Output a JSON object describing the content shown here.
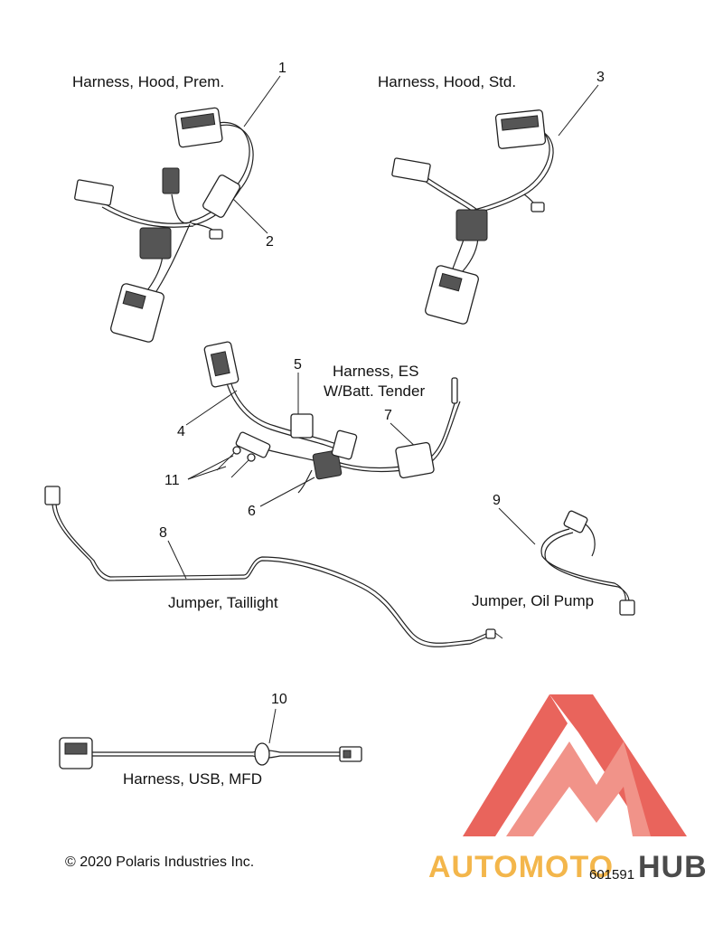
{
  "labels": {
    "hood_prem": "Harness, Hood, Prem.",
    "hood_std": "Harness, Hood, Std.",
    "es_line1": "Harness, ES",
    "es_line2": "W/Batt. Tender",
    "jumper_taillight": "Jumper, Taillight",
    "jumper_oil_pump": "Jumper, Oil Pump",
    "usb_mfd": "Harness, USB, MFD"
  },
  "callouts": [
    "1",
    "2",
    "3",
    "4",
    "5",
    "6",
    "7",
    "8",
    "9",
    "10",
    "11"
  ],
  "footer": {
    "copyright": "© 2020 Polaris Industries Inc.",
    "ref_number": "601591"
  },
  "watermark": {
    "text_a": "AUTOMOTO",
    "text_b": "HUB",
    "color_primary": "#e8574f",
    "color_secondary": "#f3b03c",
    "color_dark": "#3c3c3c"
  }
}
